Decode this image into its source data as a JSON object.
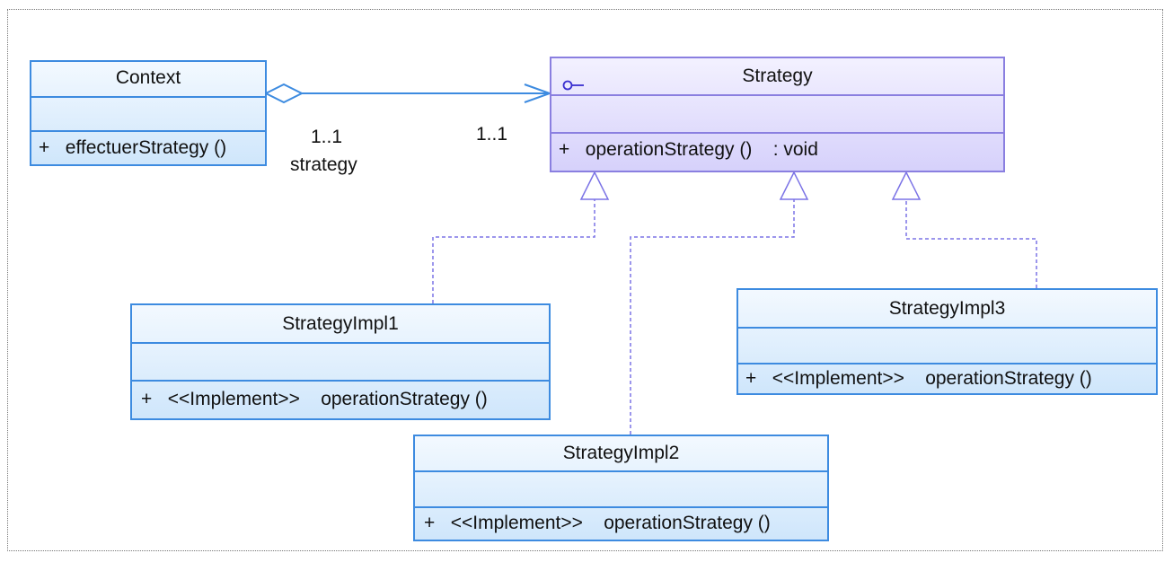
{
  "diagram": {
    "classes": {
      "context": {
        "name": "Context",
        "operations": [
          "+   effectuerStrategy ()"
        ]
      },
      "strategy": {
        "name": "Strategy",
        "operations": [
          "+   operationStrategy ()    : void"
        ]
      },
      "impl1": {
        "name": "StrategyImpl1",
        "operations": [
          "+   <<Implement>>    operationStrategy ()"
        ]
      },
      "impl2": {
        "name": "StrategyImpl2",
        "operations": [
          "+   <<Implement>>    operationStrategy ()"
        ]
      },
      "impl3": {
        "name": "StrategyImpl3",
        "operations": [
          "+   <<Implement>>    operationStrategy ()"
        ]
      }
    },
    "association": {
      "source_multiplicity": "1..1",
      "source_role": "strategy",
      "target_multiplicity": "1..1"
    },
    "colors": {
      "class_border": "#3d8be0",
      "interface_border": "#8a7fe0",
      "line": "#3d8be0",
      "realization": "#7b73e6"
    },
    "icons": {
      "interface_marker": "interface-icon"
    }
  }
}
